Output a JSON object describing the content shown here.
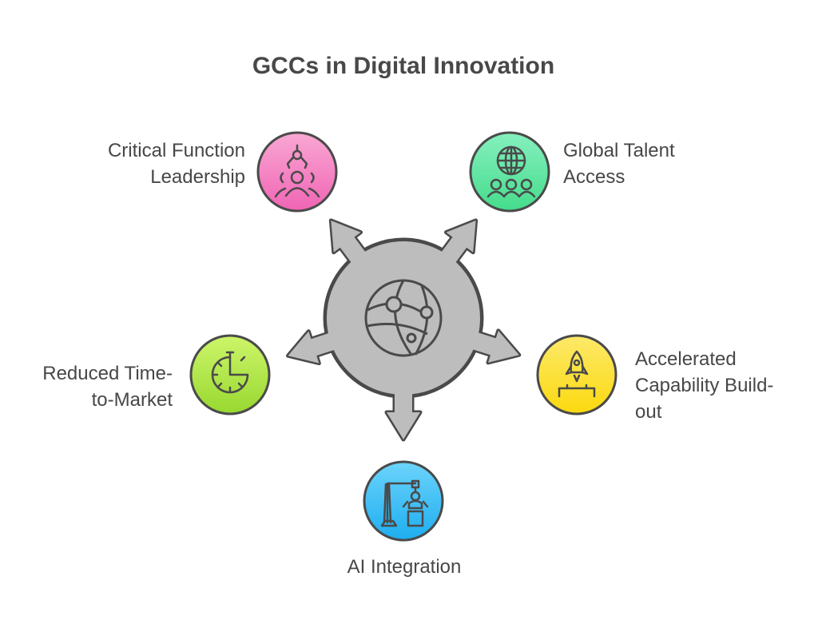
{
  "title": "GCCs in Digital Innovation",
  "center": {
    "icon": "network-globe-icon",
    "color": "#bdbdbd"
  },
  "nodes": [
    {
      "lines": [
        "Critical Function",
        "Leadership"
      ],
      "icon": "robotic-leadership-icon",
      "color": "#f472b6"
    },
    {
      "lines": [
        "Global Talent",
        "Access"
      ],
      "icon": "globe-people-icon",
      "color": "#4ade80"
    },
    {
      "lines": [
        "Reduced Time-",
        "to-Market"
      ],
      "icon": "stopwatch-icon",
      "color": "#a3e635"
    },
    {
      "lines": [
        "Accelerated",
        "Capability Build-",
        "out"
      ],
      "icon": "rocket-launch-icon",
      "color": "#facc15"
    },
    {
      "lines": [
        "AI Integration"
      ],
      "icon": "robot-arm-icon",
      "color": "#38bdf8"
    }
  ]
}
